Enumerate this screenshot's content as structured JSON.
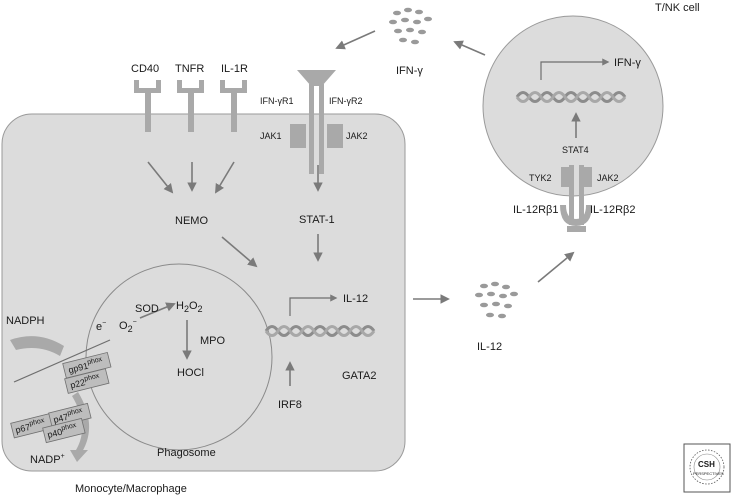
{
  "labels": {
    "tnk_cell": "T/NK cell",
    "ifn_g_top": "IFN-γ",
    "ifn_g_nucleus": "IFN-γ",
    "cd40": "CD40",
    "tnfr": "TNFR",
    "il1r": "IL-1R",
    "ifngr1": "IFN-γR1",
    "ifngr2": "IFN-γR2",
    "jak1": "JAK1",
    "jak2_macro": "JAK2",
    "nemo": "NEMO",
    "stat1": "STAT-1",
    "il12_nucleus": "IL-12",
    "gata2": "GATA2",
    "irf8": "IRF8",
    "il12_free": "IL-12",
    "stat4": "STAT4",
    "tyk2": "TYK2",
    "jak2_t": "JAK2",
    "il12rb1": "IL-12Rβ1",
    "il12rb2": "IL-12Rβ2",
    "nadph": "NADPH",
    "electron": "e",
    "electron_sup": "−",
    "o2": "O",
    "o2_sub": "2",
    "o2_sup": "−",
    "sod": "SOD",
    "h2o2_h": "H",
    "h2o2_sub1": "2",
    "h2o2_o": "O",
    "h2o2_sub2": "2",
    "mpo": "MPO",
    "hocl": "HOCl",
    "gp91": "gp91",
    "p22": "p22",
    "p67": "p67",
    "p47": "p47",
    "p40": "p40",
    "phox": "phox",
    "nadp": "NADP",
    "nadp_sup": "+",
    "phagosome": "Phagosome",
    "monocyte": "Monocyte/Macrophage",
    "logo_text": "CSH PERSPECTIVES"
  },
  "colors": {
    "cell_fill": "#dcdcdc",
    "cell_stroke": "#9a9a9a",
    "receptor": "#a9a9a9",
    "arrow": "#7a7a7a",
    "dots": "#9a9a9a"
  }
}
